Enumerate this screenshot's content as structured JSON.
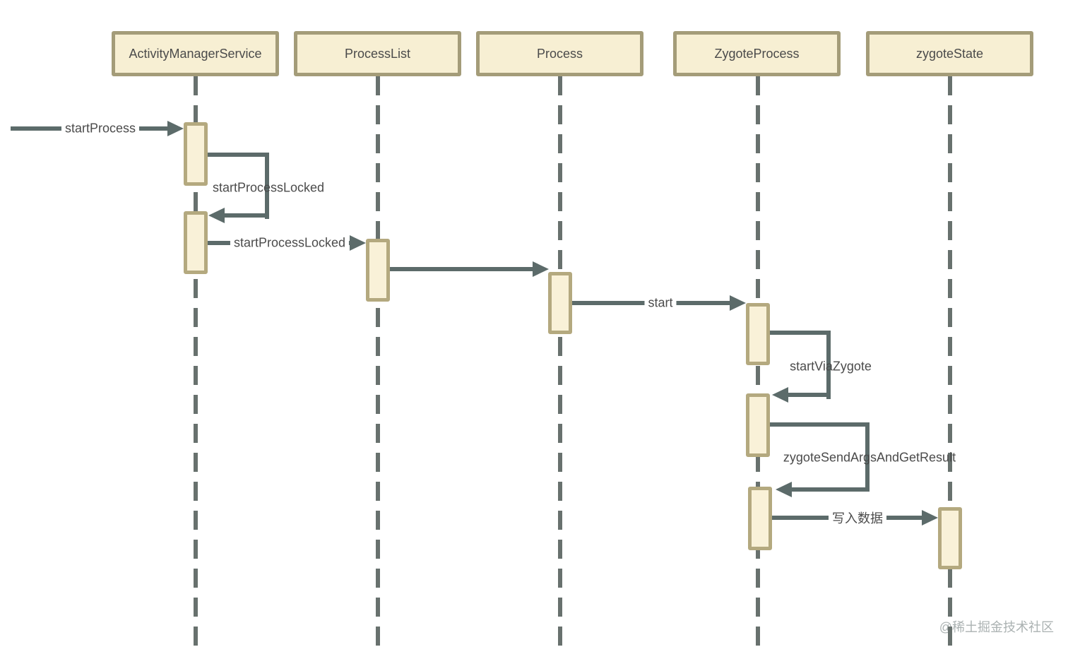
{
  "diagram": {
    "type": "uml-sequence",
    "participants": [
      {
        "label": "ActivityManagerService"
      },
      {
        "label": "ProcessList"
      },
      {
        "label": "Process"
      },
      {
        "label": "ZygoteProcess"
      },
      {
        "label": "zygoteState"
      }
    ],
    "messages": {
      "start_process": "startProcess",
      "start_process_locked_self": "startProcessLocked",
      "start_process_locked": "startProcessLocked",
      "start": "start",
      "start_via_zygote": "startViaZygote",
      "zygote_send_args": "zygoteSendArgsAndGetResult",
      "write_data": "写入数据"
    },
    "watermark": "@稀土掘金技术社区",
    "colors": {
      "box_fill": "#f7efd3",
      "box_border": "#a49c79",
      "activation_fill": "#f9f1d8",
      "activation_border": "#b4a97f",
      "arrow": "#5c6b6a",
      "lifeline": "#68716e",
      "text": "#4b4b4b",
      "watermark": "#abb2b2"
    }
  }
}
